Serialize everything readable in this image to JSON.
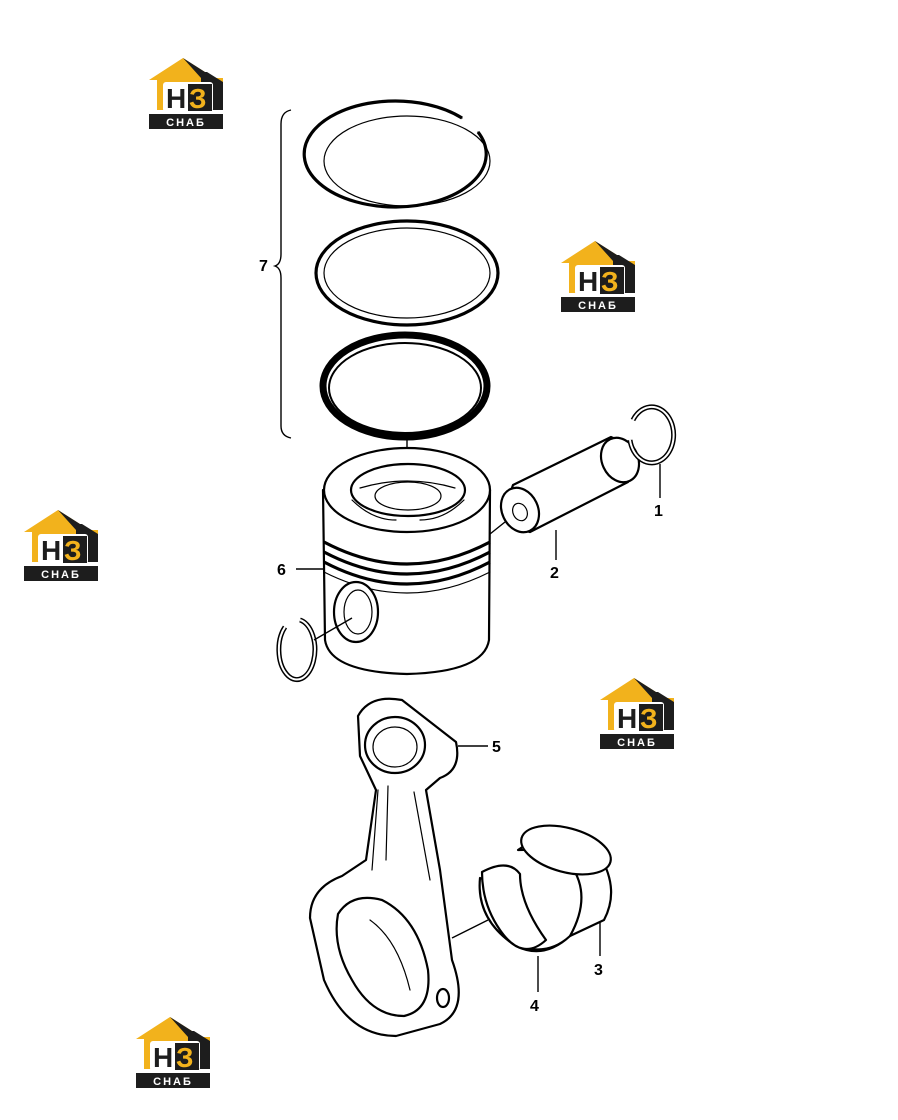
{
  "logo": {
    "monogram": "НЗ",
    "caption": "СНАБ",
    "colors": {
      "roof": "#f2b21c",
      "dark": "#1d1d1d",
      "accent": "#f2b21c",
      "text_light": "#ffffff"
    }
  },
  "callouts": {
    "c1": "1",
    "c2": "2",
    "c3": "3",
    "c4": "4",
    "c5": "5",
    "c6": "6",
    "c7": "7"
  }
}
